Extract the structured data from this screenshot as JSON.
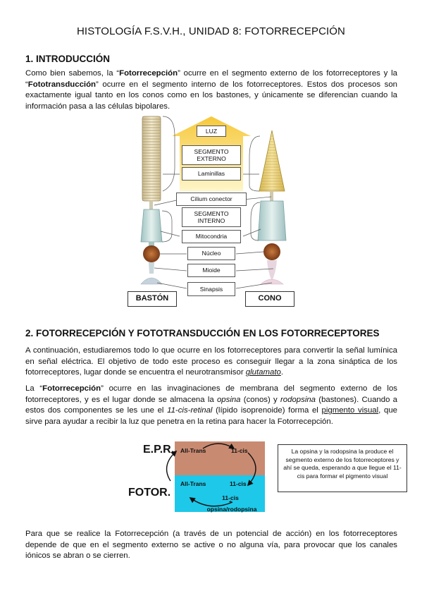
{
  "title": "HISTOLOGÍA F.S.V.H., UNIDAD 8: FOTORRECEPCIÓN",
  "section1": {
    "heading": "1. INTRODUCCIÓN",
    "p1": {
      "a": "Como bien sabemos, la “",
      "b1": "Fotorrecepción",
      "c": "” ocurre en el segmento externo de los fotorreceptores y la “",
      "b2": "Fototransducción",
      "d": "” ocurre en el segmento interno de los fotorreceptores. Estos dos procesos son exactamente igual tanto en los conos como en los bastones, y únicamente se diferencian cuando la información pasa a las células bipolares."
    }
  },
  "diagram": {
    "labels": [
      "LUZ",
      "SEGMENTO EXTERNO",
      "Laminillas",
      "Cilium conector",
      "SEGMENTO INTERNO",
      "Mitocondria",
      "Núcleo",
      "Mioide",
      "Sinapsis"
    ],
    "left_name": "BASTÓN",
    "right_name": "CONO"
  },
  "section2": {
    "heading": "2. FOTORRECEPCIÓN Y FOTOTRANSDUCCIÓN EN LOS FOTORRECEPTORES",
    "p1": "A continuación, estudiaremos todo lo que ocurre en los fotorreceptores para convertir la señal lumínica en señal eléctrica. El objetivo de todo este proceso es conseguir llegar a la zona sináptica de los fotorreceptores, lugar donde se encuentra el neurotransmisor ",
    "p1_u": "glutamato",
    "p1_end": ".",
    "p2": {
      "a": "La “",
      "b": "Fotorrecepción",
      "c": "” ocurre en las invaginaciones de membrana del segmento externo de los fotorreceptores, y es el lugar donde se almacena la ",
      "i1": "opsina",
      "d": " (conos) y ",
      "i2": "rodopsina",
      "e": " (bastones). Cuando a estos dos componentes se les une el ",
      "i3": "11-cis-retinal",
      "f": " (lípido isoprenoide) forma el ",
      "u": "pigmento visual",
      "g": ", que sirve para ayudar a recibir la luz que penetra en la retina para hacer la Fotorrecepción."
    },
    "p3": "Para que se realice la Fotorrecepción (a través de un potencial de acción) en los fotorreceptores depende de que en el segmento externo se active o no alguna vía, para provocar que los canales iónicos se abran o se cierren."
  },
  "cycle": {
    "epr_label": "E.P.R.",
    "fotor_label": "FOTOR.",
    "top_left": "All-Trans",
    "top_right": "11-cis",
    "bottom_left": "All-Trans",
    "bottom_mid": "11-cis",
    "bottom_plus": "+",
    "bottom_sub": "opsina/rodopsina",
    "colors": {
      "epr": "#c98a72",
      "fotor": "#1ec8e8"
    },
    "note": "La opsina y la rodopsina la produce el segmento externo de los fotorreceptores y ahí se queda, esperando a que llegue el 11-cis para formar el pigmento visual"
  }
}
